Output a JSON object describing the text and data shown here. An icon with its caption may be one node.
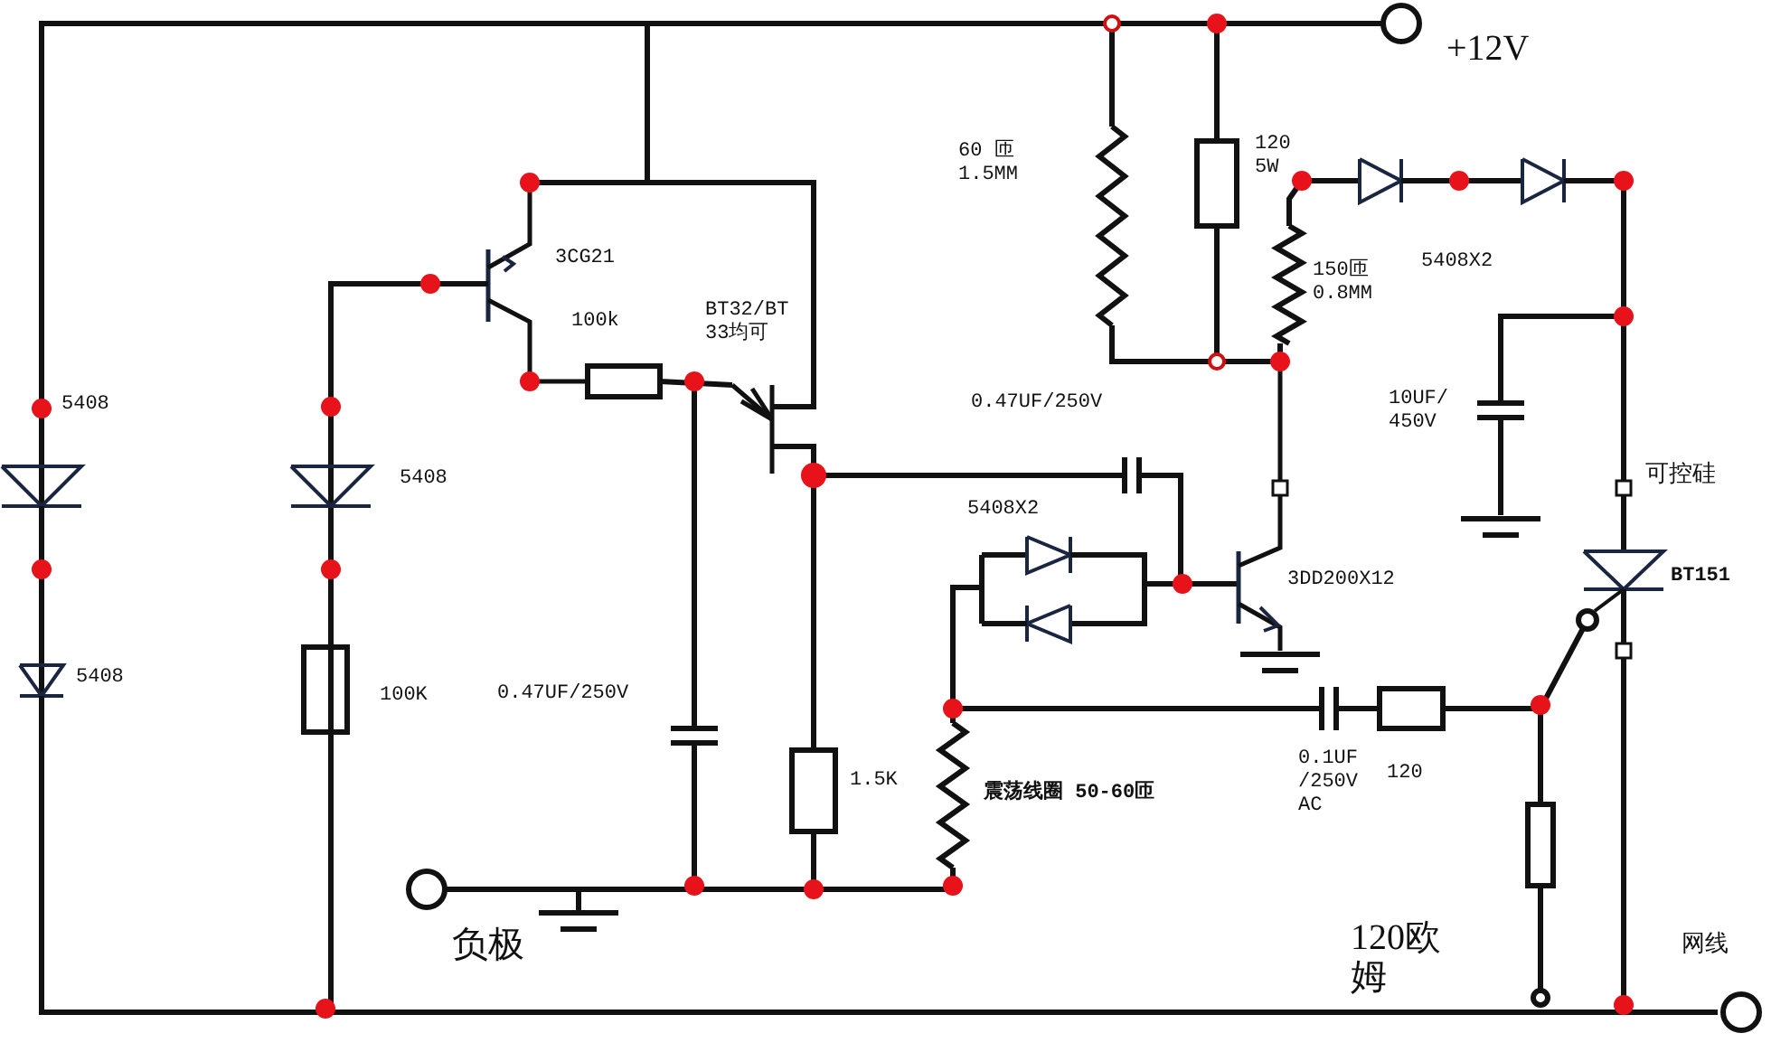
{
  "diagram": {
    "labels": [
      "+12V",
      "60 匝1.5MM",
      "120 5W",
      "3CG21",
      "150匝 0.8MM",
      "100k",
      "BT32/BT 33均可",
      "5408X2",
      "10UF/ 450V",
      "5408",
      "0.47UF/250V",
      "5408",
      "5408X2",
      "可控硅",
      "3DD200X12",
      "BT151",
      "5408",
      "100K",
      "0.47UF/250V",
      "1.5K",
      "**震荡线圈** 50-60匝",
      "0.1UF /250V AC",
      "120",
      "负极",
      "120欧姆",
      "网线"
    ]
  }
}
